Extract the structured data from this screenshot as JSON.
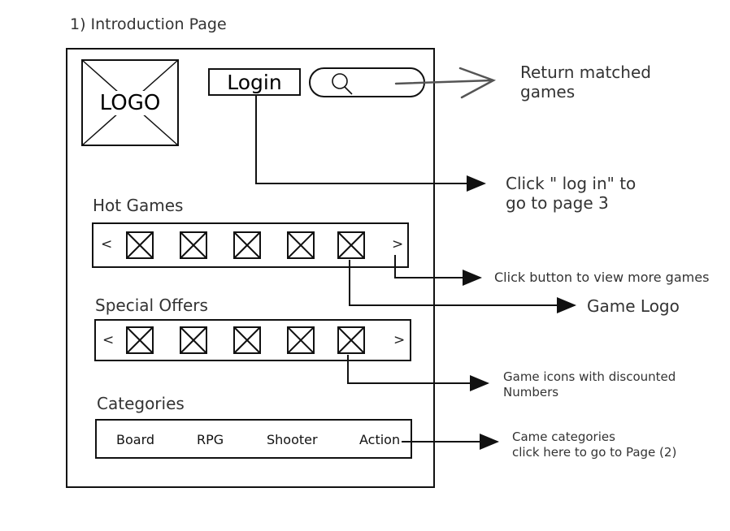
{
  "page_title": "1) Introduction Page",
  "header": {
    "logo_text": "LOGO",
    "login_label": "Login"
  },
  "hot_games": {
    "title": "Hot Games",
    "prev": "<",
    "next": ">"
  },
  "special_offers": {
    "title": "Special Offers",
    "prev": "<",
    "next": ">"
  },
  "categories": {
    "title": "Categories",
    "items": [
      "Board",
      "RPG",
      "Shooter",
      "Action"
    ]
  },
  "annotations": {
    "search": [
      "Return matched",
      "games"
    ],
    "login": [
      "Click \" log in\" to",
      "go to page 3"
    ],
    "more_games": "Click button to view more games",
    "game_logo": "Game Logo",
    "discount": [
      "Game icons with discounted",
      "Numbers"
    ],
    "categories": [
      "Came categories",
      "click here to go to Page (2)"
    ]
  }
}
